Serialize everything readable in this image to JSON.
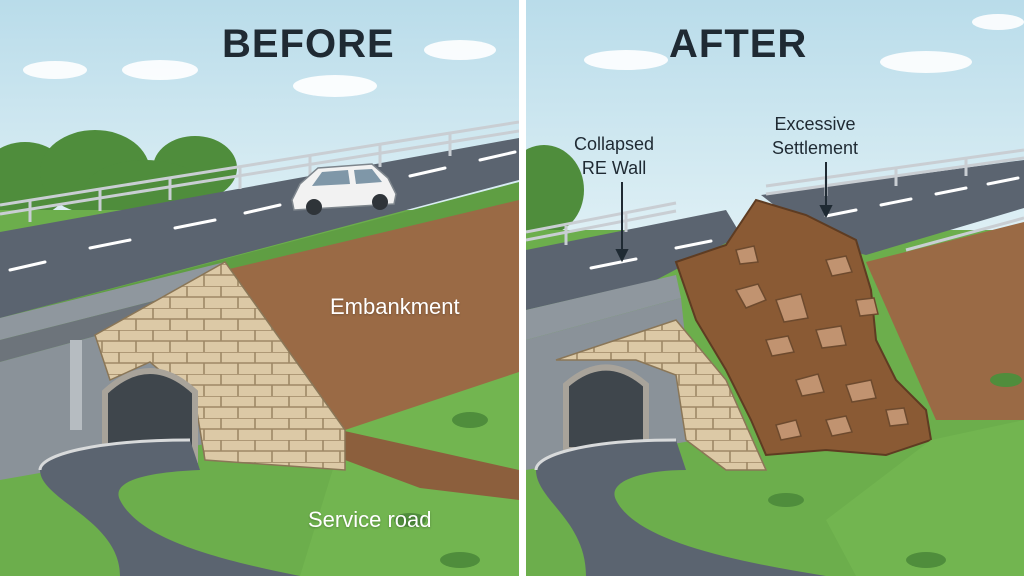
{
  "before": {
    "heading": "BEFORE",
    "labels": {
      "embankment": "Embankment",
      "service_road": "Service road"
    }
  },
  "after": {
    "heading": "AFTER",
    "callouts": {
      "collapsed_wall_line1": "Collapsed",
      "collapsed_wall_line2": "RE Wall",
      "settlement_line1": "Excessive",
      "settlement_line2": "Settlement"
    }
  },
  "colors": {
    "sky": "#c6e3ee",
    "road": "#5b6470",
    "soil": "#9a6a45",
    "grass": "#6cae4c",
    "wall_block": "#dcc9a6",
    "car": "#f2f2f2"
  }
}
